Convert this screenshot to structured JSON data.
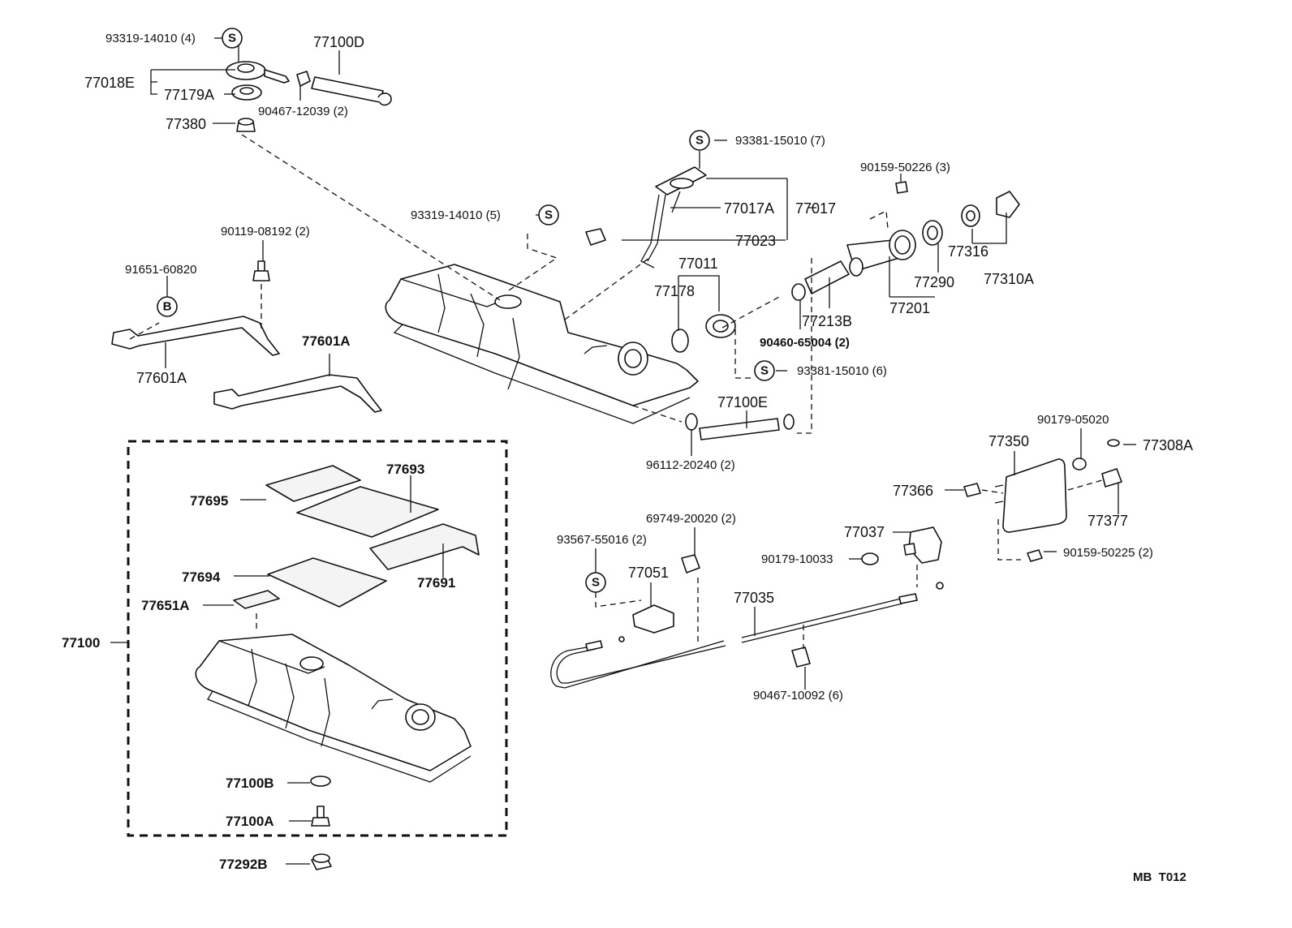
{
  "labels": {
    "p93319_14010_4": "93319-14010 (4)",
    "p77100D": "77100D",
    "p77018E": "77018E",
    "p77179A": "77179A",
    "p90467_12039": "90467-12039 (2)",
    "p77380": "77380",
    "p93381_15010_7": "93381-15010 (7)",
    "p90159_50226": "90159-50226 (3)",
    "p77017A": "77017A",
    "p77017": "77017",
    "p93319_14010_5": "93319-14010 (5)",
    "p77023": "77023",
    "p90119_08192": "90119-08192 (2)",
    "p91651_60820": "91651-60820",
    "p77011": "77011",
    "p77178": "77178",
    "p77316": "77316",
    "p77290": "77290",
    "p77310A": "77310A",
    "p77201": "77201",
    "p77213B": "77213B",
    "p90460_65004": "90460-65004 (2)",
    "p93381_15010_6": "93381-15010 (6)",
    "p77601A_a": "77601A",
    "p77601A_b": "77601A",
    "p77100E": "77100E",
    "p96112_20240": "96112-20240 (2)",
    "p90179_05020": "90179-05020",
    "p77350": "77350",
    "p77308A": "77308A",
    "p77693": "77693",
    "p77695": "77695",
    "p77366": "77366",
    "p77377": "77377",
    "p69749_20020": "69749-20020 (2)",
    "p77037": "77037",
    "p93567_55016": "93567-55016 (2)",
    "p77051": "77051",
    "p90179_10033": "90179-10033",
    "p90159_50225": "90159-50225 (2)",
    "p77694": "77694",
    "p77691": "77691",
    "p77651A": "77651A",
    "p77035": "77035",
    "p77100": "77100",
    "p90467_10092": "90467-10092 (6)",
    "p77100B": "77100B",
    "p77100A": "77100A",
    "p77292B": "77292B"
  },
  "symbols": {
    "s": "S",
    "b": "B"
  },
  "diagram_code": "MB  T012"
}
